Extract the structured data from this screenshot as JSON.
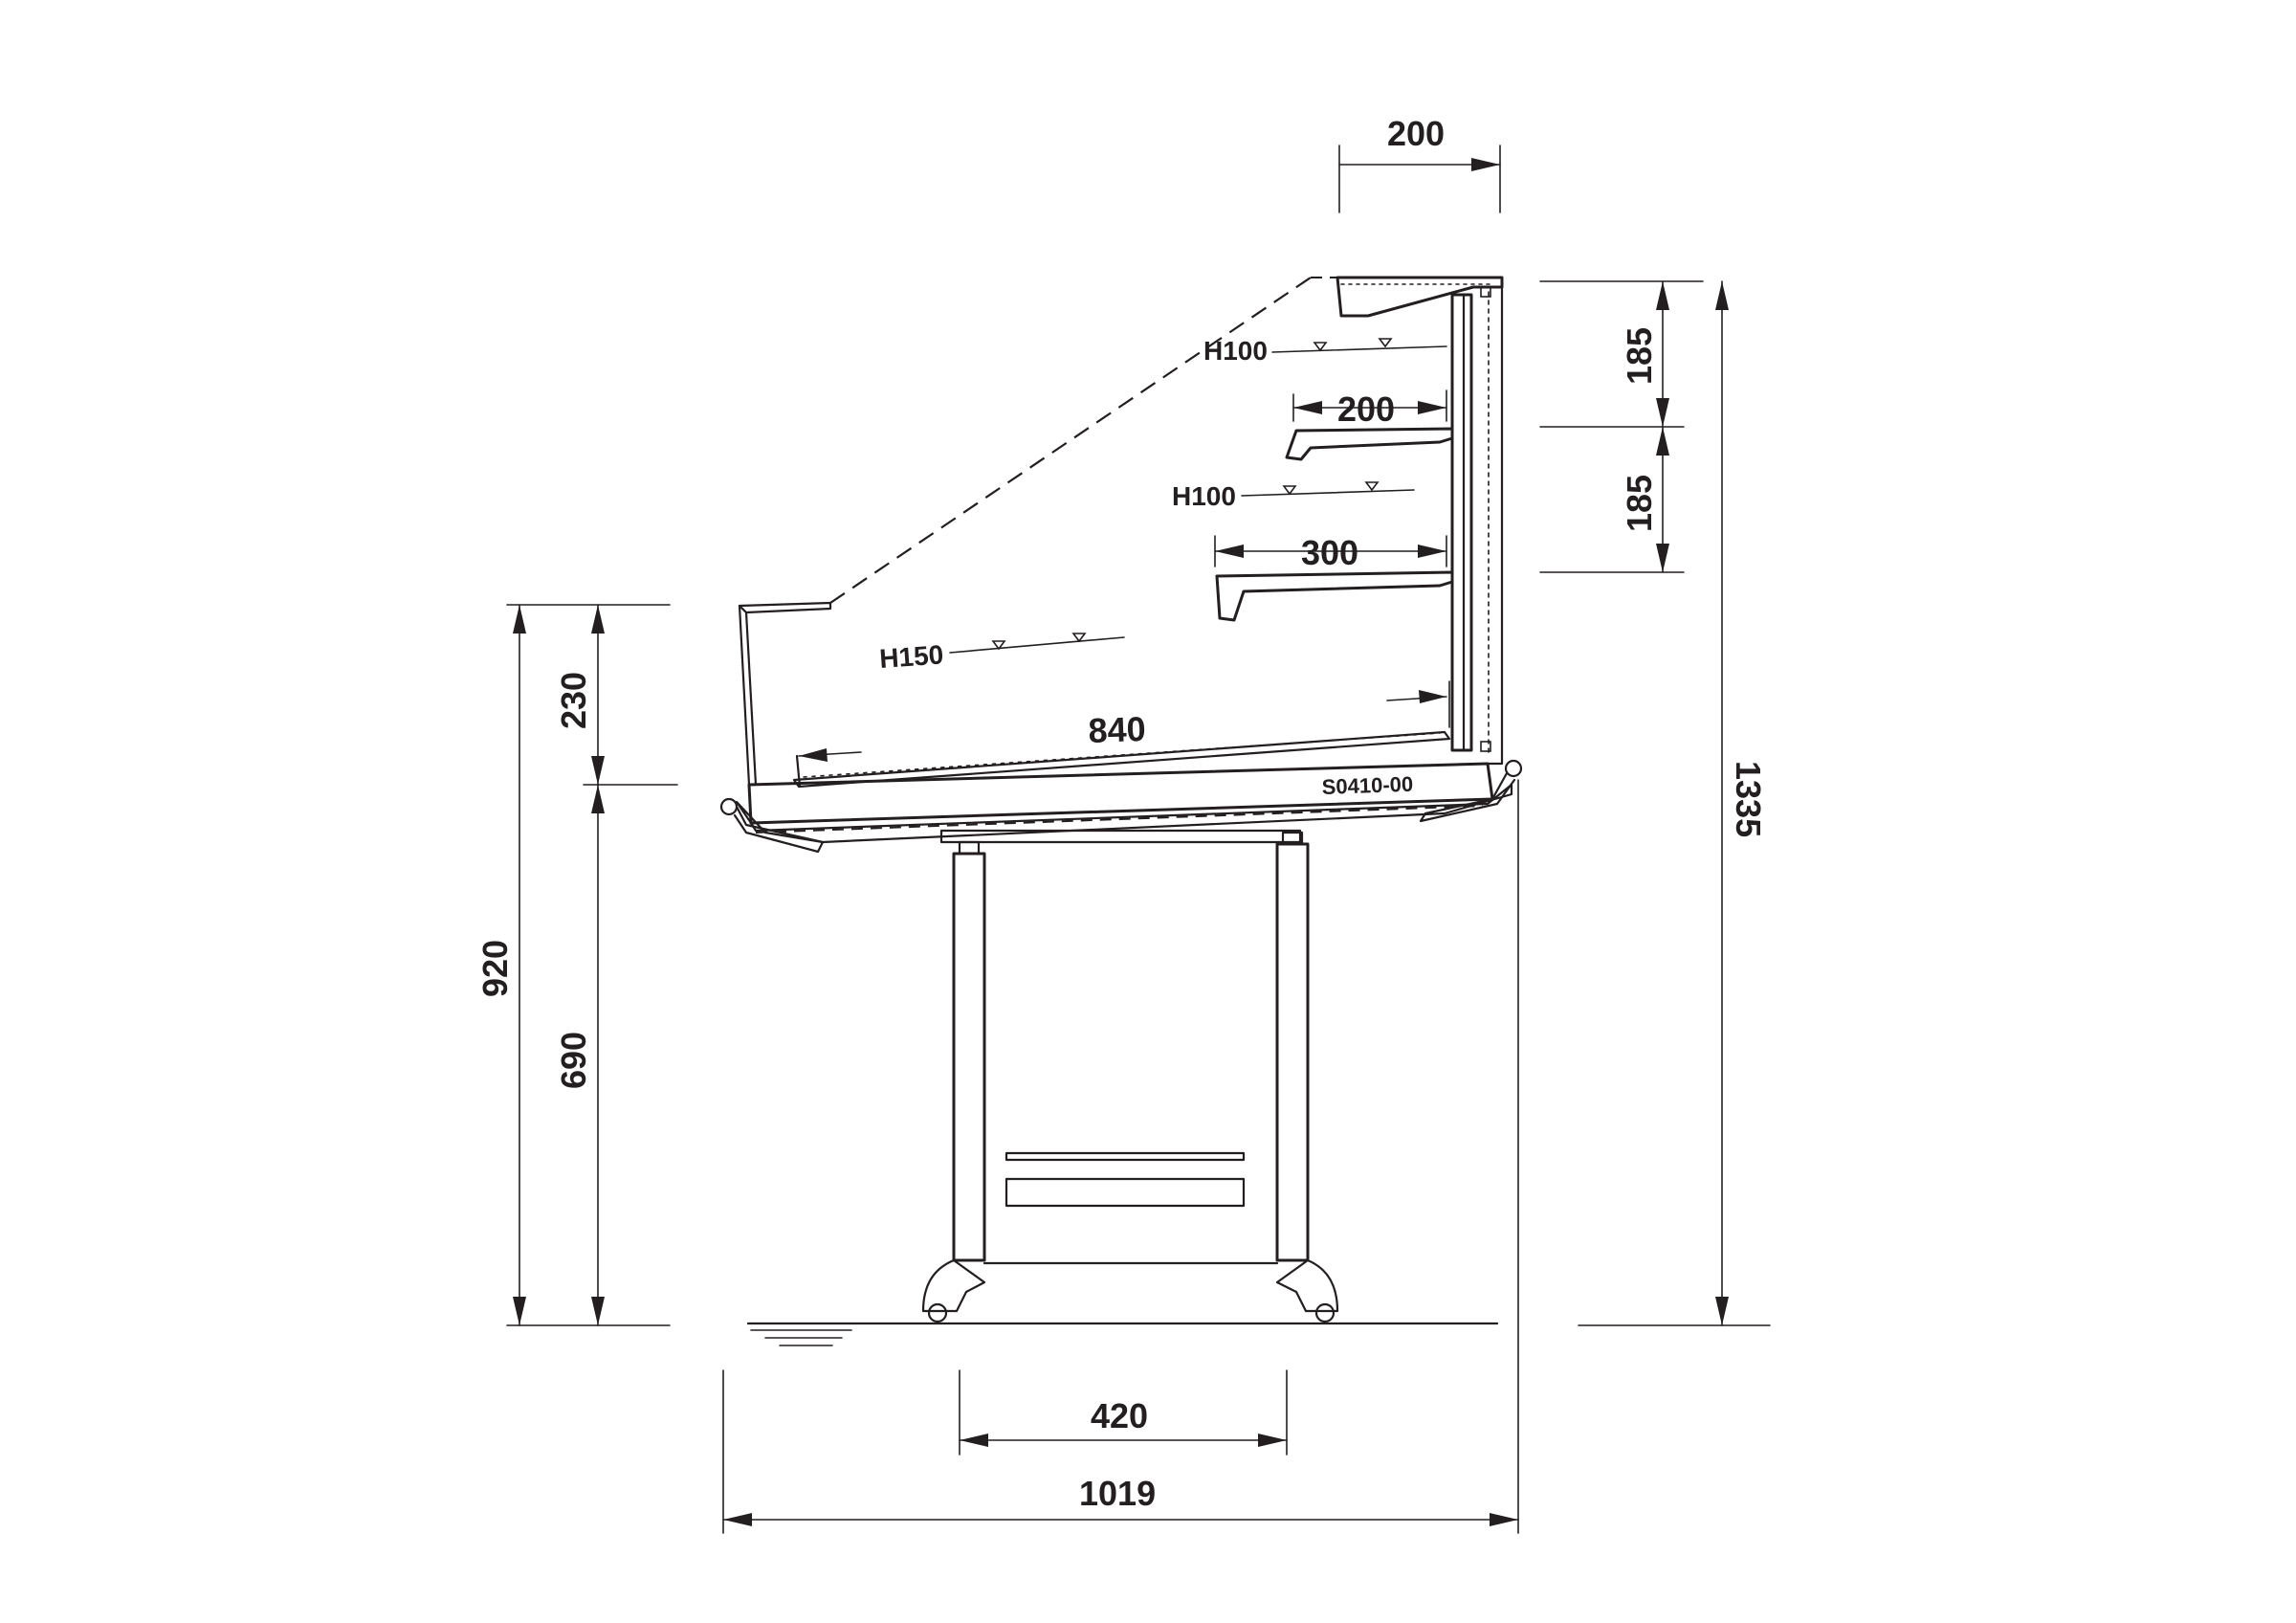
{
  "dimensions": {
    "top_shelf_depth_top": "200",
    "upper_shelf_depth": "200",
    "middle_shelf_depth": "300",
    "base_depth": "840",
    "upper_height_1": "185",
    "upper_height_2": "185",
    "total_height": "1335",
    "front_glass_height": "230",
    "working_height": "920",
    "base_height": "690",
    "leg_spacing": "420",
    "total_depth": "1019"
  },
  "load_lines": {
    "top": "H100",
    "middle": "H100",
    "base": "H150"
  },
  "model_code": "S0410-00"
}
